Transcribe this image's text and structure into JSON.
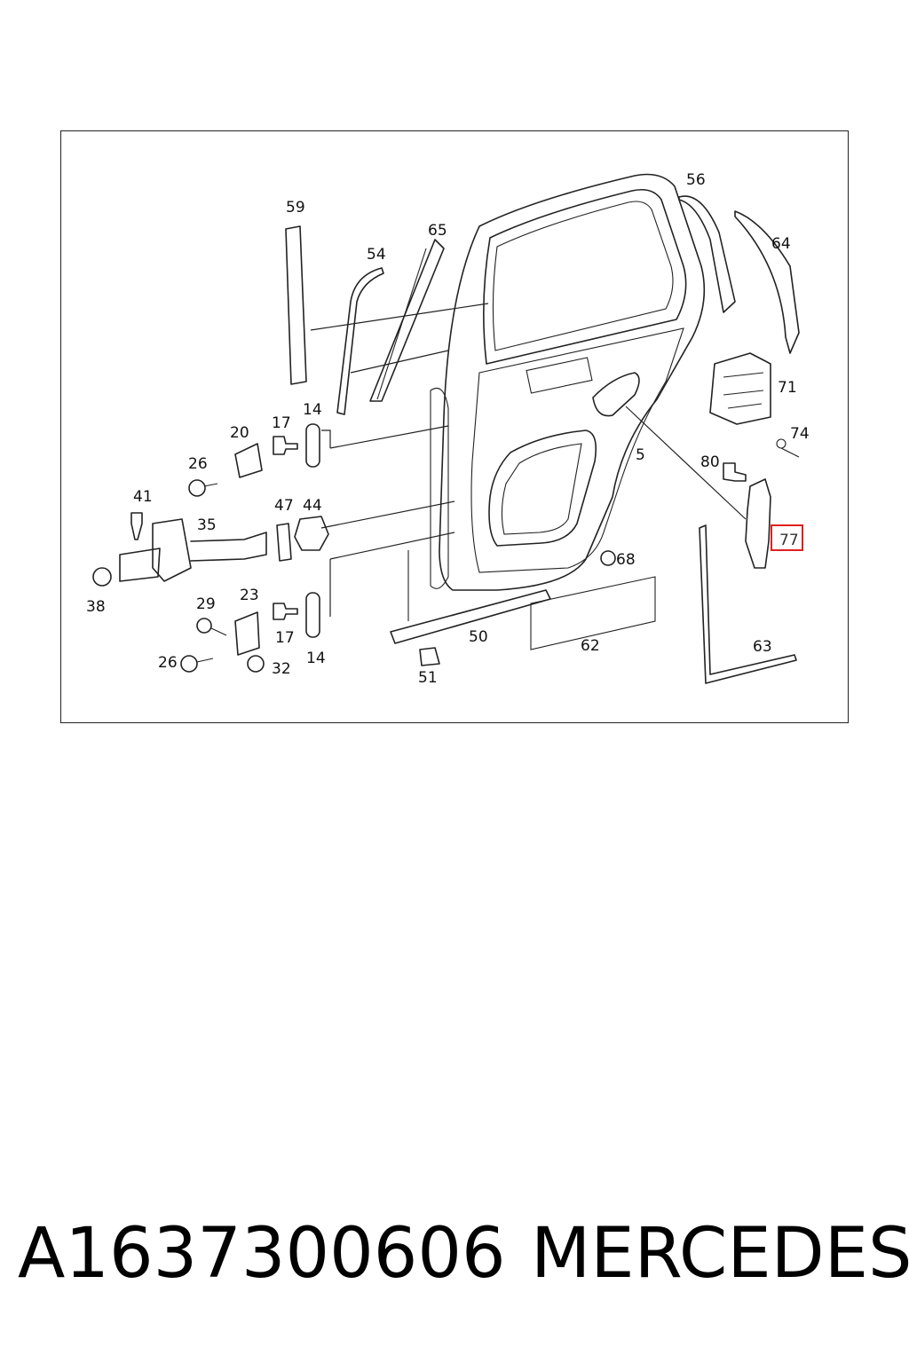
{
  "diagram": {
    "callouts": [
      "59",
      "54",
      "65",
      "56",
      "64",
      "71",
      "74",
      "80",
      "77",
      "5",
      "14",
      "17",
      "20",
      "26",
      "41",
      "35",
      "47",
      "44",
      "38",
      "29",
      "23",
      "17",
      "14",
      "26",
      "32",
      "50",
      "51",
      "62",
      "63",
      "68"
    ],
    "highlighted_callout": "77",
    "highlight_color": "#e02020"
  },
  "caption": {
    "part_number": "A1637300606",
    "brand": "MERCEDES"
  }
}
